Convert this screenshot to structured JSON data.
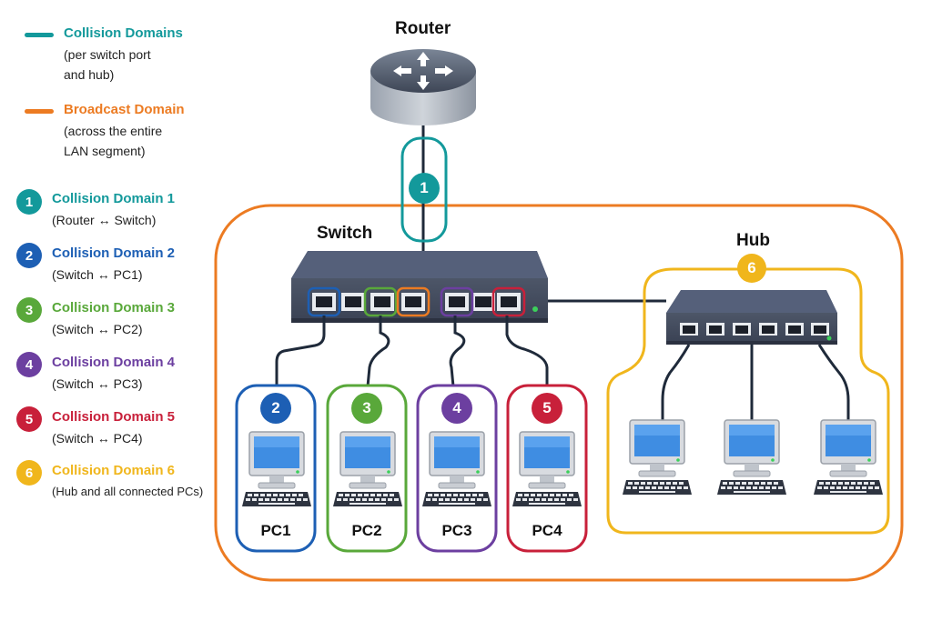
{
  "colors": {
    "collision": "#13999b",
    "broadcast": "#ec7b22",
    "cd1": "#13999b",
    "cd2": "#1d5fb4",
    "cd3": "#59a83a",
    "cd4": "#6c3fa0",
    "cd5": "#c8203a",
    "cd6": "#f0b61c"
  },
  "legend": {
    "collision_title": "Collision Domains",
    "collision_sub1": "(per switch port",
    "collision_sub2": "and hub)",
    "broadcast_title": "Broadcast Domain",
    "broadcast_sub1": "(across the entire",
    "broadcast_sub2": "LAN segment)",
    "domains": [
      {
        "num": "1",
        "title": "Collision Domain 1",
        "sub": "(Router ↔ Switch)"
      },
      {
        "num": "2",
        "title": "Collision Domain 2",
        "sub": "(Switch ↔ PC1)"
      },
      {
        "num": "3",
        "title": "Collision Domain 3",
        "sub": "(Switch ↔ PC2)"
      },
      {
        "num": "4",
        "title": "Collision Domain 4",
        "sub": "(Switch ↔ PC3)"
      },
      {
        "num": "5",
        "title": "Collision Domain 5",
        "sub": "(Switch ↔ PC4)"
      },
      {
        "num": "6",
        "title": "Collision Domain 6",
        "sub": "(Hub and all connected PCs)"
      }
    ]
  },
  "devices": {
    "router": "Router",
    "switch": "Switch",
    "hub": "Hub",
    "pcs": [
      "PC1",
      "PC2",
      "PC3",
      "PC4"
    ]
  },
  "icons": [
    "router-icon",
    "switch-icon",
    "hub-icon",
    "computer-icon"
  ]
}
